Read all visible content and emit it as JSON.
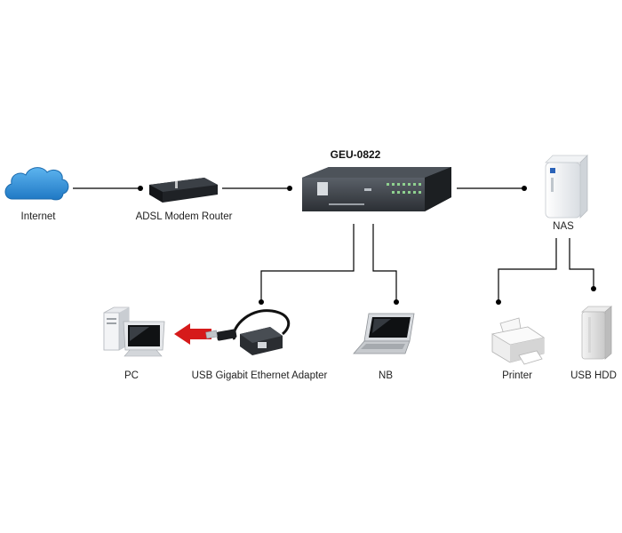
{
  "switch": {
    "name": "GEU-0822"
  },
  "nodes": {
    "internet": "Internet",
    "modem": "ADSL Modem Router",
    "nas": "NAS",
    "pc": "PC",
    "usb_adapter": "USB Gigabit Ethernet Adapter",
    "nb": "NB",
    "printer": "Printer",
    "usb_hdd": "USB HDD"
  },
  "colors": {
    "cloud": "#2f8fd8",
    "switch_body": "#3a3f45",
    "arrow": "#d61a1a",
    "line": "#000000"
  }
}
